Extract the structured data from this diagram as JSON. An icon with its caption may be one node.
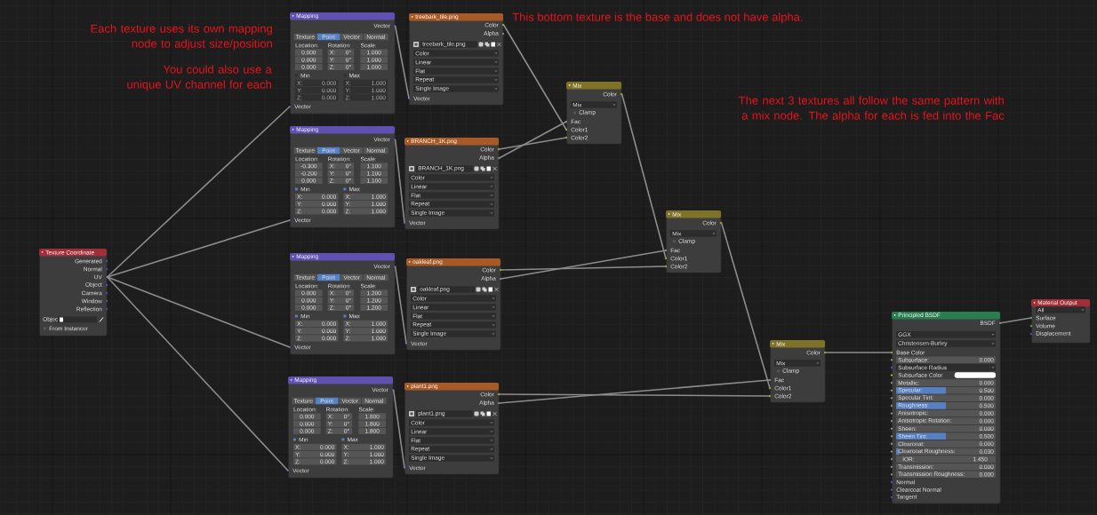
{
  "diagram": {
    "nodes": [
      {
        "text": [
          "Texture Coordinate",
          "Generated",
          "Normal",
          "UV",
          "Object",
          "Camera",
          "Window",
          "Reflection",
          "Objec:",
          "From Instancer"
        ]
      },
      {
        "text": [
          "Mapping",
          "Vector",
          "Texture",
          "Point",
          "Vector",
          "Normal",
          "Location:",
          "Rotation:",
          "Scale:",
          "0.000",
          "X:",
          "0°",
          "1.000",
          "0.000",
          "Y:",
          "0°",
          "1.000",
          "0.000",
          "Z:",
          "0°",
          "1.000",
          "Min",
          "Max",
          "X:",
          "0.000",
          "X:",
          "1.000",
          "Y:",
          "0.000",
          "Y:",
          "1.000",
          "Z:",
          "0.000",
          "Z:",
          "1.000",
          "Vector"
        ]
      },
      {
        "text": [
          "Mapping",
          "Vector",
          "Texture",
          "Point",
          "Vector",
          "Normal",
          "Location:",
          "Rotation:",
          "Scale:",
          "-0.300",
          "X:",
          "0°",
          "1.100",
          "-0.200",
          "Y:",
          "0°",
          "1.100",
          "0.000",
          "Z:",
          "0°",
          "1.100",
          "Min",
          "Max",
          "X:",
          "0.000",
          "X:",
          "1.000",
          "Y:",
          "0.000",
          "Y:",
          "1.000",
          "Z:",
          "0.000",
          "Z:",
          "1.000",
          "Vector"
        ]
      },
      {
        "text": [
          "Mapping",
          "Vector",
          "Texture",
          "Point",
          "Vector",
          "Normal",
          "Location:",
          "Rotation:",
          "Scale:",
          "0.000",
          "X:",
          "0°",
          "1.200",
          "0.000",
          "Y:",
          "0°",
          "1.200",
          "0.000",
          "Z:",
          "0°",
          "1.200",
          "Min",
          "Max",
          "X:",
          "0.000",
          "X:",
          "1.000",
          "Y:",
          "0.000",
          "Y:",
          "1.000",
          "Z:",
          "0.000",
          "Z:",
          "1.000",
          "Vector"
        ]
      },
      {
        "text": [
          "Mapping",
          "Vector",
          "Texture",
          "Point",
          "Vector",
          "Normal",
          "Location:",
          "Rotation:",
          "Scale:",
          "0.000",
          "X:",
          "0°",
          "1.800",
          "0.000",
          "Y:",
          "0°",
          "1.800",
          "0.000",
          "Z:",
          "0°",
          "1.800",
          "Min",
          "Max",
          "X:",
          "0.000",
          "X:",
          "1.000",
          "Y:",
          "0.000",
          "Y:",
          "1.000",
          "Z:",
          "0.000",
          "Z:",
          "1.000",
          "Vector"
        ]
      },
      {
        "text": [
          "treebark_tile.png",
          "Color",
          "Alpha",
          "treebark_tile.png",
          "Color",
          "Linear",
          "Flat",
          "Repeat",
          "Single Image",
          "Vector"
        ]
      },
      {
        "text": [
          "BRANCH_1K.png",
          "Color",
          "Alpha",
          "BRANCH_1K.png",
          "Color",
          "Linear",
          "Flat",
          "Repeat",
          "Single Image",
          "Vector"
        ]
      },
      {
        "text": [
          "oakleaf.png",
          "Color",
          "Alpha",
          "oakleaf.png",
          "Color",
          "Linear",
          "Flat",
          "Repeat",
          "Single Image",
          "Vector"
        ]
      },
      {
        "text": [
          "plant1.png",
          "Color",
          "Alpha",
          "plant1.png",
          "Color",
          "Linear",
          "Flat",
          "Repeat",
          "Single Image",
          "Vector"
        ]
      },
      {
        "text": [
          "Mix",
          "Color",
          "Mix",
          "Clamp",
          "Fac",
          "Color1",
          "Color2"
        ]
      },
      {
        "text": [
          "Mix",
          "Color",
          "Mix",
          "Clamp",
          "Fac",
          "Color1",
          "Color2"
        ]
      },
      {
        "text": [
          "Mix",
          "Color",
          "Mix",
          "Clamp",
          "Fac",
          "Color1",
          "Color2"
        ]
      },
      {
        "text": [
          "Principled BSDF",
          "BSDF",
          "GGX",
          "Christensen-Burley",
          "Base Color",
          "Subsurface:",
          "0.000",
          "Subsurface Radius",
          "Subsurface Color",
          "Metallic:",
          "0.000",
          "Specular:",
          "0.500",
          "Specular Tint:",
          "0.000",
          "Roughness:",
          "0.500",
          "Anisotropic:",
          "0.000",
          "Anisotropic Rotation:",
          "0.000",
          "Sheen:",
          "0.000",
          "Sheen Tint:",
          "0.500",
          "Clearcoat:",
          "0.000",
          "Clearcoat Roughness:",
          "0.030",
          "IOR:",
          "1.450",
          "Transmission:",
          "0.000",
          "Transmission Roughness:",
          "0.000",
          "Normal",
          "Clearcoat Normal",
          "Tangent"
        ]
      },
      {
        "text": [
          "Material Output",
          "All",
          "Surface",
          "Volume",
          "Displacement"
        ]
      }
    ],
    "edges": [
      {
        "from": 0,
        "to": 1,
        "arrow": "none"
      },
      {
        "from": 0,
        "to": 2,
        "arrow": "none"
      },
      {
        "from": 0,
        "to": 3,
        "arrow": "none"
      },
      {
        "from": 0,
        "to": 4,
        "arrow": "none"
      },
      {
        "from": 1,
        "to": 5,
        "arrow": "none"
      },
      {
        "from": 2,
        "to": 6,
        "arrow": "none"
      },
      {
        "from": 3,
        "to": 7,
        "arrow": "none"
      },
      {
        "from": 4,
        "to": 8,
        "arrow": "none"
      },
      {
        "from": 5,
        "to": 9,
        "arrow": "none"
      },
      {
        "from": 6,
        "to": 9,
        "arrow": "none"
      },
      {
        "from": 6,
        "to": 9,
        "arrow": "none"
      },
      {
        "from": 9,
        "to": 10,
        "arrow": "none"
      },
      {
        "from": 7,
        "to": 10,
        "arrow": "none"
      },
      {
        "from": 7,
        "to": 10,
        "arrow": "none"
      },
      {
        "from": 10,
        "to": 11,
        "arrow": "none"
      },
      {
        "from": 8,
        "to": 11,
        "arrow": "none"
      },
      {
        "from": 8,
        "to": 11,
        "arrow": "none"
      },
      {
        "from": 11,
        "to": 12,
        "arrow": "none"
      },
      {
        "from": 12,
        "to": 13,
        "arrow": "none"
      }
    ],
    "labels": [
      "Each texture uses its own mapping node to adjust size/position",
      "You could also use a unique UV channel for each",
      "This bottom texture is the base and does not have alpha.",
      "The next 3 textures all follow the same pattern with a mix node. The alpha for each is fed into the Fac"
    ]
  }
}
